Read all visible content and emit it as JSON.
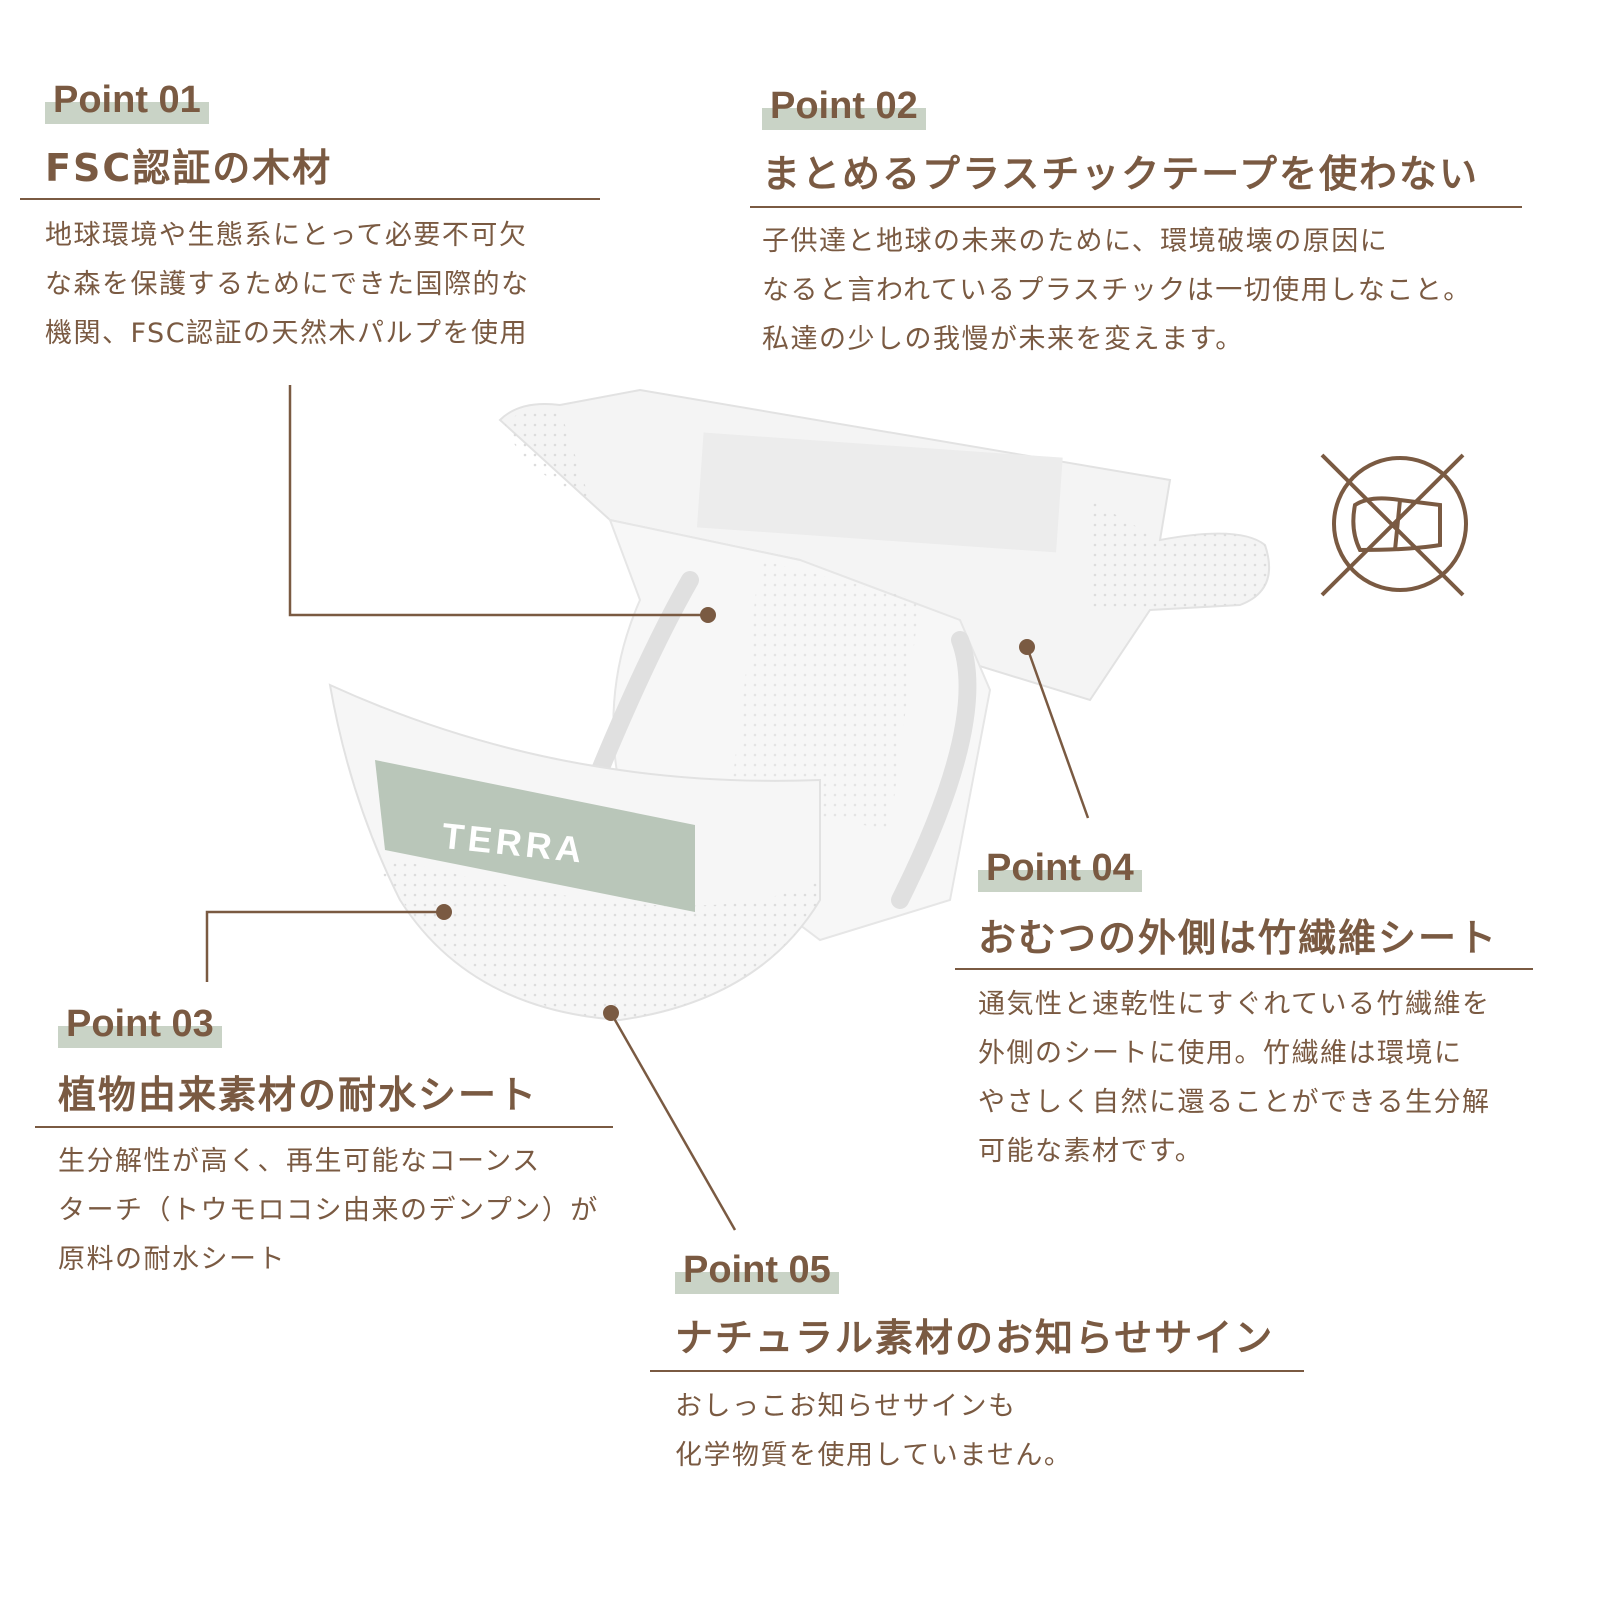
{
  "colors": {
    "text": "#7a5a42",
    "label_highlight": "#c9d3c6",
    "brand_panel": "#b9c6b9"
  },
  "product": {
    "brand": "TERRA"
  },
  "icon": {
    "name": "no-plastic-tape-icon"
  },
  "points": [
    {
      "label": "Point 01",
      "title": "FSC認証の木材",
      "body": [
        "地球環境や生態系にとって必要不可欠",
        "な森を保護するためにできた国際的な",
        "機関、FSC認証の天然木パルプを使用"
      ]
    },
    {
      "label": "Point 02",
      "title": "まとめるプラスチックテープを使わない",
      "body": [
        "子供達と地球の未来のために、環境破壊の原因に",
        "なると言われているプラスチックは一切使用しなこと。",
        "私達の少しの我慢が未来を変えます。"
      ]
    },
    {
      "label": "Point 03",
      "title": "植物由来素材の耐水シート",
      "body": [
        "生分解性が高く、再生可能なコーンス",
        "ターチ（トウモロコシ由来のデンプン）が",
        "原料の耐水シート"
      ]
    },
    {
      "label": "Point 04",
      "title": "おむつの外側は竹繊維シート",
      "body": [
        "通気性と速乾性にすぐれている竹繊維を",
        "外側のシートに使用。竹繊維は環境に",
        "やさしく自然に還ることができる生分解",
        "可能な素材です。"
      ]
    },
    {
      "label": "Point 05",
      "title": "ナチュラル素材のお知らせサイン",
      "body": [
        "おしっこお知らせサインも",
        "化学物質を使用していません。"
      ]
    }
  ]
}
